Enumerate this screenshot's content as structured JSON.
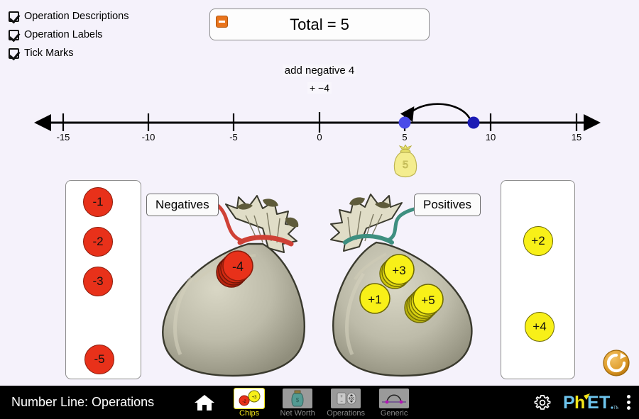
{
  "background_color": "#f5f2fb",
  "controls": {
    "checkboxes": [
      {
        "label": "Operation Descriptions",
        "checked": true,
        "name": "operation-descriptions"
      },
      {
        "label": "Operation Labels",
        "checked": true,
        "name": "operation-labels"
      },
      {
        "label": "Tick Marks",
        "checked": true,
        "name": "tick-marks"
      }
    ]
  },
  "total_accordion": {
    "title": "Total = 5",
    "total_value": 5,
    "collapse_icon": "minus-icon",
    "expanded": true
  },
  "operation": {
    "description": "add negative 4",
    "label": "+ −4",
    "type": "addition",
    "amount": -4,
    "start_value": 9,
    "end_value": 5
  },
  "number_line": {
    "min": -15,
    "max": 15,
    "tick_labels": [
      "-15",
      "-10",
      "-5",
      "0",
      "5",
      "10",
      "15"
    ],
    "tick_values": [
      -15,
      -10,
      -5,
      0,
      5,
      10,
      15
    ],
    "current_point_value": 5,
    "start_point_value": 9,
    "current_point_color": "#4a4ae8",
    "start_point_color": "#1b1bb5",
    "money_bag_label": "5"
  },
  "negative_chip_panel": {
    "name": "negatives-storage",
    "chips": [
      {
        "label": "-1",
        "value": -1,
        "stack": 1
      },
      {
        "label": "-2",
        "value": -2,
        "stack": 2
      },
      {
        "label": "-3",
        "value": -3,
        "stack": 3
      },
      {
        "label": "-5",
        "value": -5,
        "stack": 5
      }
    ]
  },
  "positive_chip_panel": {
    "name": "positives-storage",
    "chips": [
      {
        "label": "+2",
        "value": 2,
        "stack": 2
      },
      {
        "label": "+4",
        "value": 4,
        "stack": 4
      }
    ]
  },
  "negatives_bag": {
    "label": "Negatives",
    "string_color": "#cf4136",
    "chips": [
      {
        "label": "-4",
        "value": -4,
        "stack": 4
      }
    ]
  },
  "positives_bag": {
    "label": "Positives",
    "string_color": "#3e8f80",
    "chips": [
      {
        "label": "+1",
        "value": 1,
        "stack": 1
      },
      {
        "label": "+3",
        "value": 3,
        "stack": 3
      },
      {
        "label": "+5",
        "value": 5,
        "stack": 5
      }
    ]
  },
  "reset_all": {
    "tooltip": "Reset All",
    "icon": "reset-icon",
    "color": "#e09b28"
  },
  "navbar": {
    "title": "Number Line: Operations",
    "home_icon": "home-icon",
    "gear_icon": "gear-icon",
    "kebab_icon": "kebab-menu-icon",
    "logo_text": "PhET",
    "tabs": [
      {
        "label": "Chips",
        "active": true,
        "icon": "chips-icon"
      },
      {
        "label": "Net Worth",
        "active": false,
        "icon": "jar-icon"
      },
      {
        "label": "Operations",
        "active": false,
        "icon": "spinner-icon"
      },
      {
        "label": "Generic",
        "active": false,
        "icon": "arc-icon"
      }
    ]
  },
  "colors": {
    "negative_chip": "#e8311a",
    "positive_chip": "#f8f018",
    "accent_orange": "#e8741c",
    "nav_active": "#f2e41a"
  }
}
